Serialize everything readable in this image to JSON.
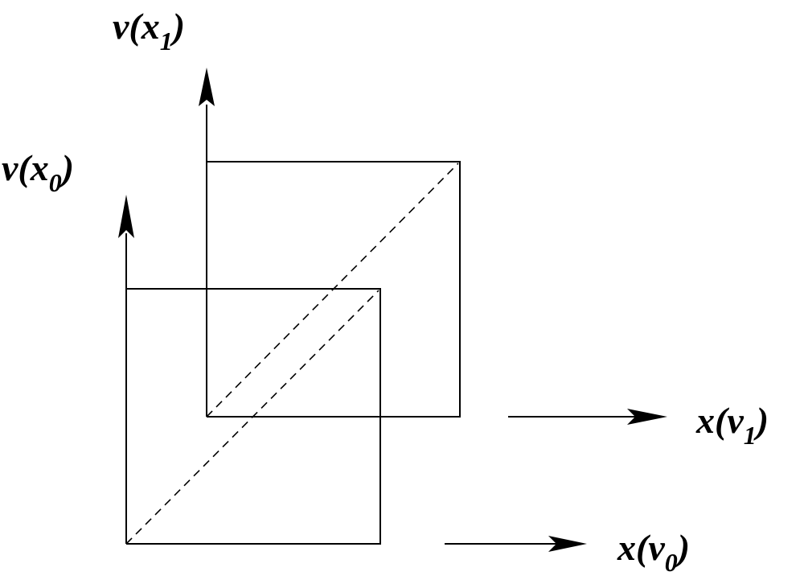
{
  "labels": {
    "v_x1": {
      "base": "v(x",
      "sub": "1",
      "close": ")"
    },
    "v_x0": {
      "base": "v(x",
      "sub": "0",
      "close": ")"
    },
    "x_v1": {
      "base": "x(v",
      "sub": "1",
      "close": ")"
    },
    "x_v0": {
      "base": "x(v",
      "sub": "0",
      "close": ")"
    }
  }
}
